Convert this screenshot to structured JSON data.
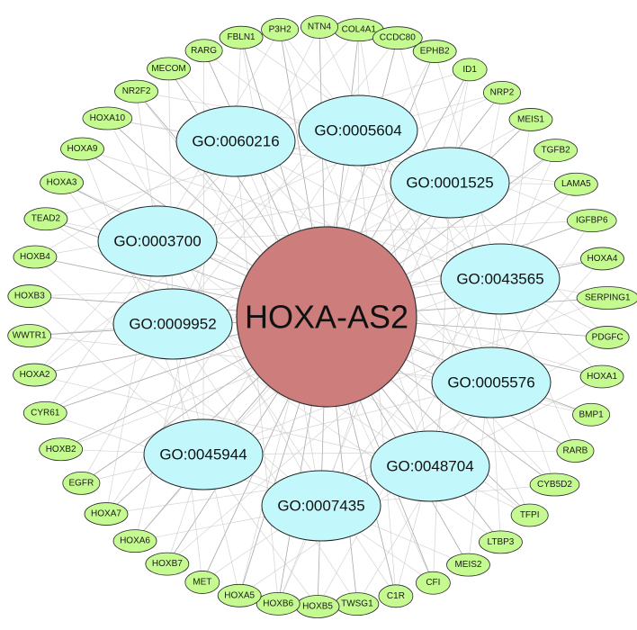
{
  "hub": {
    "label": "HOXA-AS2",
    "color": "#cd7d7b"
  },
  "go_terms": [
    "GO:0005604",
    "GO:0001525",
    "GO:0043565",
    "GO:0005576",
    "GO:0048704",
    "GO:0007435",
    "GO:0045944",
    "GO:0009952",
    "GO:0003700",
    "GO:0060216"
  ],
  "genes": [
    "COL4A1",
    "CCDC80",
    "EPHB2",
    "ID1",
    "NRP2",
    "MEIS1",
    "TGFB2",
    "LAMA5",
    "IGFBP6",
    "HOXA4",
    "SERPING1",
    "PDGFC",
    "HOXA1",
    "BMP1",
    "RARB",
    "CYB5D2",
    "TFPI",
    "LTBP3",
    "MEIS2",
    "CFI",
    "C1R",
    "TWSG1",
    "HOXB5",
    "HOXB6",
    "HOXA5",
    "MET",
    "HOXB7",
    "HOXA6",
    "HOXA7",
    "EGFR",
    "HOXB2",
    "CYR61",
    "HOXA2",
    "WWTR1",
    "HOXB3",
    "HOXB4",
    "TEAD2",
    "HOXA3",
    "HOXA9",
    "HOXA10",
    "NR2F2",
    "MECOM",
    "RARG",
    "FBLN1",
    "P3H2",
    "NTN4"
  ],
  "colors": {
    "gene": "#c4fa8f",
    "go_term": "#c2f7fb",
    "hub": "#cd7d7b"
  }
}
